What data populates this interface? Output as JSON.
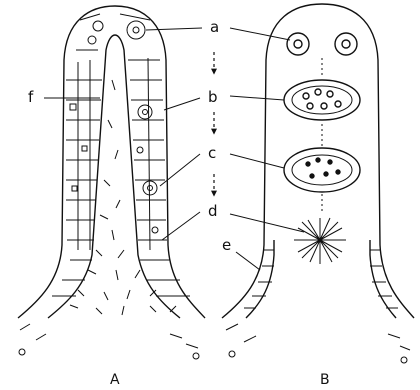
{
  "labels": {
    "a": "a",
    "b": "b",
    "c": "c",
    "d": "d",
    "e": "e",
    "f": "f"
  },
  "captions": {
    "left": "A",
    "right": "B"
  },
  "colors": {
    "ink": "#111111",
    "background": "#ffffff"
  }
}
